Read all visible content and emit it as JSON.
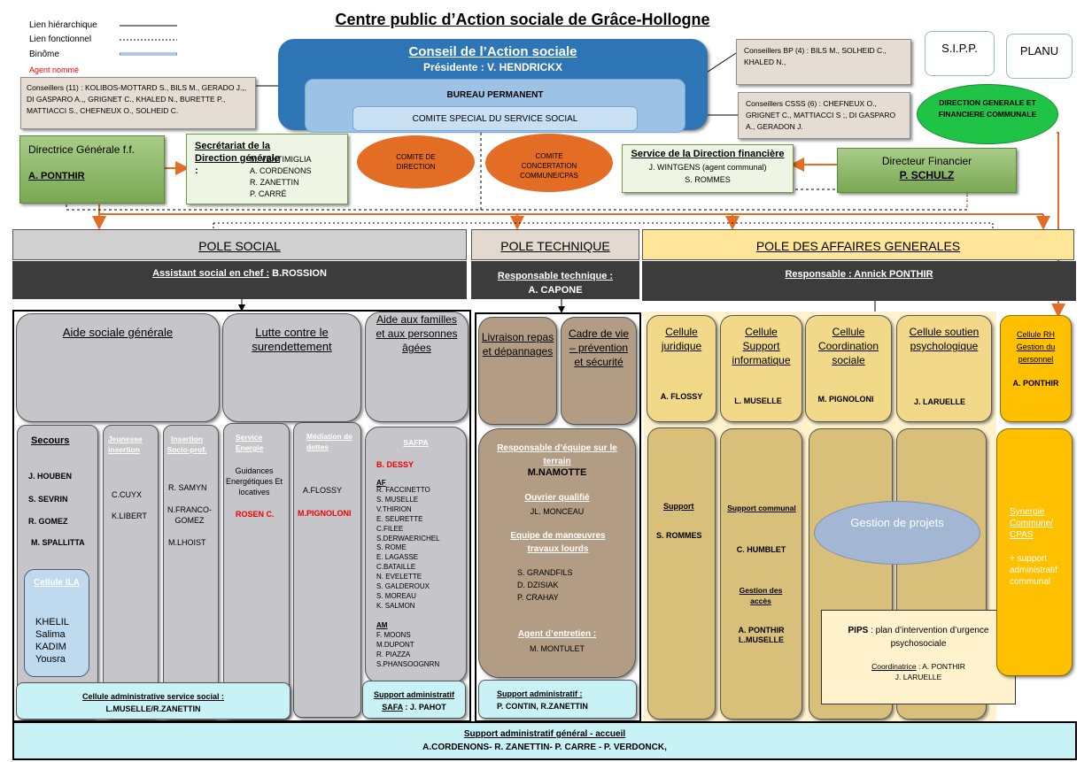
{
  "title": "Centre public d’Action sociale de Grâce-Hollogne",
  "legend": {
    "hierarchique": "Lien hiérarchique",
    "fonctionnel": "Lien fonctionnel",
    "binome": "Binôme",
    "agent_nomme": "Agent nommé"
  },
  "conseil": {
    "title": "Conseil de l’Action sociale",
    "presidente": "Présidente : V. HENDRICKX",
    "bureau": "BUREAU PERMANENT",
    "comite_special": "COMITE SPECIAL DU SERVICE SOCIAL"
  },
  "conseillers11": "Conseillers (11) :  KOLIBOS-MOTTARD S., BILS M., GERADO J.,, DI GASPARO A.,, GRIGNET C., KHALED N., BURETTE P., MATTIACCI S., CHEFNEUX O., SOLHEID C.",
  "conseillers_bp": "Conseillers BP (4) : BILS M., SOLHEID C., KHALED N.,",
  "conseillers_csss": "Conseillers CSSS (6) : CHEFNEUX O., GRIGNET C., MATTIACCI S ;, DI GASPARO A., GERADON J.",
  "sipp": "S.I.P.P.",
  "planu": "PLANU",
  "dgf": "DIRECTION GENERALE ET FINANCIERE COMMUNALE",
  "directrice": {
    "label": "Directrice Générale f.f.",
    "name": "A. PONTHIR"
  },
  "secretariat": {
    "title": "Secrétariat de la Direction générale",
    "suffix": " :",
    "members": [
      "M. VENTIMIGLIA",
      "A. CORDENONS",
      "R. ZANETTIN",
      "P. CARRÉ"
    ]
  },
  "comite_direction": "COMITE DE DIRECTION",
  "comite_concertation": "COMITE CONCERTATION COMMUNE/CPAS",
  "service_financier": {
    "title": "Service de la Direction financière",
    "l1": "J. WINTGENS (agent communal)",
    "l2": "S. ROMMES"
  },
  "directeur_financier": {
    "label": "Directeur Financier",
    "name": "P. SCHULZ"
  },
  "pole_social": {
    "title": "POLE SOCIAL",
    "responsable_label": "Assistant social en chef :",
    "responsable_name": " B.ROSSION",
    "aide_sociale": "Aide sociale générale",
    "lutte": "Lutte contre le surendettement",
    "aide_familles": "Aide aux familles et aux personnes âgées",
    "secours": {
      "title": "Secours",
      "members": [
        "J. HOUBEN",
        "S. SEVRIN",
        "R. GOMEZ",
        "M. SPALLITTA"
      ]
    },
    "jeunesse": {
      "title": "Jeunesse insertion",
      "members": [
        "C.CUYX",
        "K.LIBERT"
      ]
    },
    "insertion": {
      "title": "Insertion Socio-prof.",
      "members": [
        "R. SAMYN",
        "N.FRANCO-GOMEZ",
        "M.LHOIST"
      ]
    },
    "energie": {
      "title": "Service Energie",
      "desc": "Guidances Energétiques Et locatives",
      "name": "ROSEN C."
    },
    "mediation": {
      "title": "Médiation de dettes",
      "n1": "A.FLOSSY",
      "n2": "M.PIGNOLONI"
    },
    "safpa": {
      "title": "SAFPA",
      "head": "B. DESSY",
      "af_label": "AF",
      "af": [
        "R. FACCINETTO",
        "S. MUSELLE",
        "V.THIRION",
        "E. SEURETTE",
        "C.FILEE",
        "S.DERWAERICHEL",
        "S. ROME",
        "E. LAGASSE",
        "C.BATAILLE",
        "N. EVELETTE",
        "S. GALDEROUX",
        "S. MOREAU",
        "K. SALMON"
      ],
      "am_label": "AM",
      "am": [
        "F. MOONS",
        "M.DUPONT",
        "R. PIAZZA",
        "S.PHANSOOGNRN"
      ]
    },
    "ila": {
      "title": "Cellule ILA",
      "members": [
        "KHELIL",
        "Salima",
        "KADIM",
        "Yousra"
      ]
    },
    "cellule_admin": {
      "title": "Cellule administrative service social :",
      "names": "L.MUSELLE/R.ZANETTIN"
    },
    "support_safa": {
      "title": "Support administratif",
      "label": "SAFA",
      "names": " : J. PAHOT"
    }
  },
  "pole_technique": {
    "title": "POLE TECHNIQUE",
    "responsable_label": "Responsable technique :",
    "responsable_name": "A. CAPONE",
    "livraison": "Livraison repas et dépannages",
    "cadre": "Cadre de vie – prévention et sécurité",
    "resp_equipe": "Responsable d’équipe sur le terrain",
    "resp_equipe_name": "M.NAMOTTE",
    "ouvrier": "Ouvrier qualifié",
    "ouvrier_name": "JL. MONCEAU",
    "equipe": "Equipe de manœuvres travaux lourds",
    "equipe_names": [
      "S. GRANDFILS",
      "D. DZISIAK",
      "P. CRAHAY"
    ],
    "agent_entretien": "Agent d’entretien :",
    "agent_entretien_name": "M. MONTULET",
    "support_title": "Support administratif :",
    "support_names": "P. CONTIN, R.ZANETTIN"
  },
  "pole_ag": {
    "title": "POLE DES AFFAIRES GENERALES",
    "responsable": "Responsable : Annick PONTHIR",
    "cellule_juridique": "Cellule juridique",
    "cj_name": "A. FLOSSY",
    "cellule_info": "Cellule Support informatique",
    "ci_name": "L. MUSELLE",
    "cellule_coord": "Cellule Coordination sociale",
    "cc_name": "M. PIGNOLONI",
    "cellule_psy": "Cellule soutien psychologique",
    "cp_name": "J. LARUELLE",
    "cellule_rh": "Cellule RH Gestion du personnel",
    "rh_name": "A. PONTHIR",
    "support": "Support",
    "support_name": "S. ROMMES",
    "support_communal": "Support communal",
    "sc_name": "C. HUMBLET",
    "gestion_acces": "Gestion des accès",
    "ga_names": [
      "A. PONTHIR",
      "L.MUSELLE"
    ],
    "gestion_projets": "Gestion de projets",
    "pips_label": "PIPS",
    "pips_text": " : plan d’intervention d’urgence psychosociale",
    "pips_coord_label": "Coordinatrice",
    "pips_coord": " : A. PONTHIR",
    "pips_coord2": "J. LARUELLE",
    "synergie": "Synergie Commune/ CPAS",
    "synergie_plus": "+ support administratif communal"
  },
  "support_general": {
    "title": "Support administratif général   -  accueil",
    "names": "A.CORDENONS- R. ZANETTIN- P. CARRE - P. VERDONCK,"
  },
  "colors": {
    "orange": "#e46d25",
    "green": "#87b35f",
    "blue": "#2e75b6",
    "gold": "#ffc000",
    "pole_ag": "#ffe699"
  }
}
